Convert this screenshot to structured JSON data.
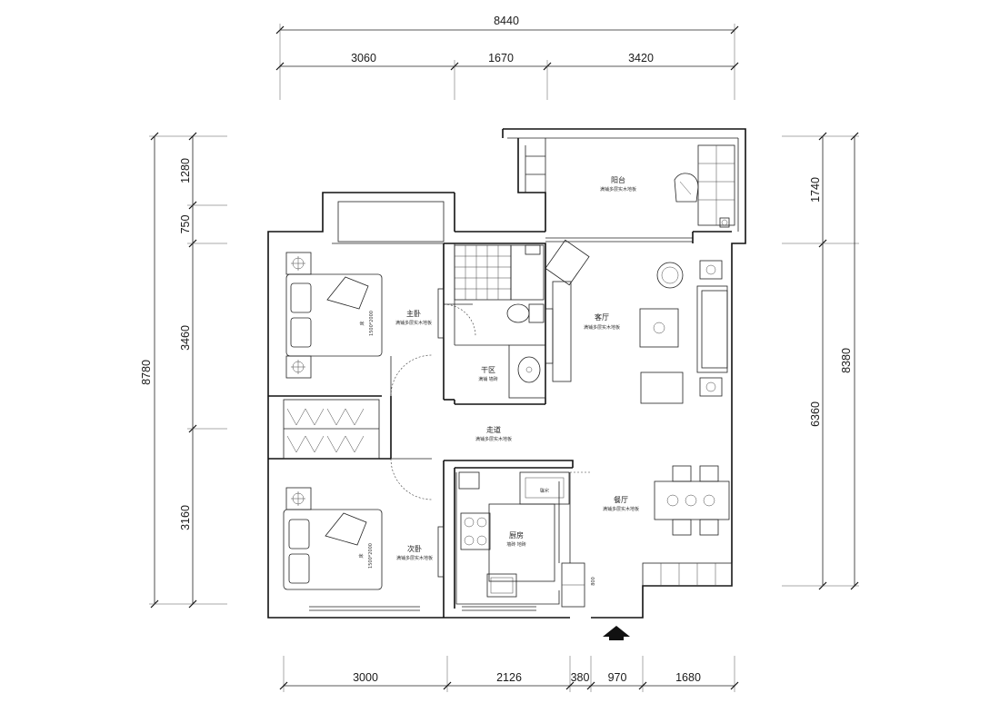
{
  "dimensions": {
    "top_total": "8440",
    "top_parts": [
      "3060",
      "1670",
      "3420"
    ],
    "bottom_parts": [
      "3000",
      "2126",
      "380",
      "970",
      "1680"
    ],
    "left_total": "8780",
    "left_parts": [
      "1280",
      "750",
      "3460",
      "3160"
    ],
    "right_total": "8380",
    "right_parts": [
      "1740",
      "6360"
    ]
  },
  "rooms": {
    "balcony": {
      "name": "阳台",
      "note": "满铺多层实木地板"
    },
    "master_bedroom": {
      "name": "主卧",
      "note": "满铺多层实木地板"
    },
    "dry_zone": {
      "name": "干区",
      "note": "满铺 墙砖"
    },
    "living_room": {
      "name": "客厅",
      "note": "满铺多层实木地板"
    },
    "corridor": {
      "name": "走道",
      "note": "满铺多层实木地板"
    },
    "dining_room": {
      "name": "餐厅",
      "note": "满铺多层实木地板"
    },
    "kitchen": {
      "name": "厨房",
      "note": "墙砖 地砖"
    },
    "second_bedroom": {
      "name": "次卧",
      "note": "满铺多层实木地板"
    }
  },
  "furniture": {
    "master_bed_label": "床",
    "master_bed_size": "1500*2000",
    "second_bed_label": "床",
    "second_bed_size": "1500*2000",
    "fridge_label": "冰箱",
    "cabinet_size": "800"
  }
}
